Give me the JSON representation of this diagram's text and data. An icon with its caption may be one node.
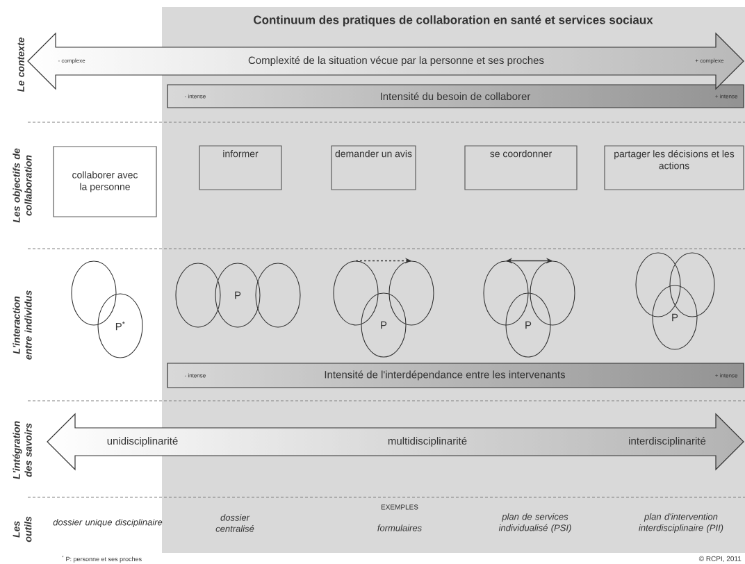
{
  "diagram": {
    "title": "Continuum des pratiques de collaboration en santé et services sociaux",
    "nodes": [
      {
        "text": [
          "- complexe",
          "Complexité de la situation vécue par la personne et ses proches",
          "+ complexe"
        ]
      },
      {
        "text": [
          "- intense",
          "Intensité du besoin de collaborer",
          "+ intense"
        ]
      },
      {
        "text": [
          "collaborer avec la personne"
        ]
      },
      {
        "text": [
          "informer"
        ]
      },
      {
        "text": [
          "demander un avis"
        ]
      },
      {
        "text": [
          "se coordonner"
        ]
      },
      {
        "text": [
          "partager les décisions et les actions"
        ]
      },
      {
        "text": [],
        "shape": "ellipse"
      },
      {
        "text": [
          "P$^{*}$"
        ]
      },
      {
        "text": [],
        "shape": "ellipse"
      },
      {
        "text": [
          "P"
        ]
      },
      {
        "text": [],
        "shape": "ellipse"
      },
      {
        "text": [],
        "shape": "ellipse"
      },
      {
        "text": [],
        "shape": "ellipse"
      },
      {
        "text": [
          "P"
        ]
      },
      {
        "text": [],
        "shape": "ellipse"
      },
      {
        "text": [],
        "shape": "ellipse"
      },
      {
        "text": [
          "P"
        ]
      },
      {
        "text": [],
        "shape": "ellipse"
      },
      {
        "text": [],
        "shape": "ellipse"
      },
      {
        "text": [
          "P"
        ]
      },
      {
        "text": [
          "- intense",
          "Intensité de l'interdépendance entre les intervenants",
          "+ intense"
        ]
      },
      {
        "text": [
          "unidisciplinarité",
          "multidisciplinarité",
          "interdisciplinarité"
        ]
      }
    ],
    "edges": [
      {
        "from": 12,
        "to": 13,
        "arrow": "to",
        "style": "dashed"
      },
      {
        "from": 15,
        "to": 16,
        "arrow": "both"
      }
    ],
    "labels": [
      "Le contexte",
      "Les objectifs de collaboration",
      "L'interaction entre individus",
      "L'intégration des savoirs",
      "Les outils",
      "EXEMPLES",
      "dossier unique disciplinaire",
      "dossier centralisé",
      "formulaires",
      "plan de services individualisé (PSI)",
      "plan d'intervention interdisciplinaire (PII)",
      "$^{*}$ P: personne et ses proches",
      "© RCPI, 2011"
    ]
  }
}
